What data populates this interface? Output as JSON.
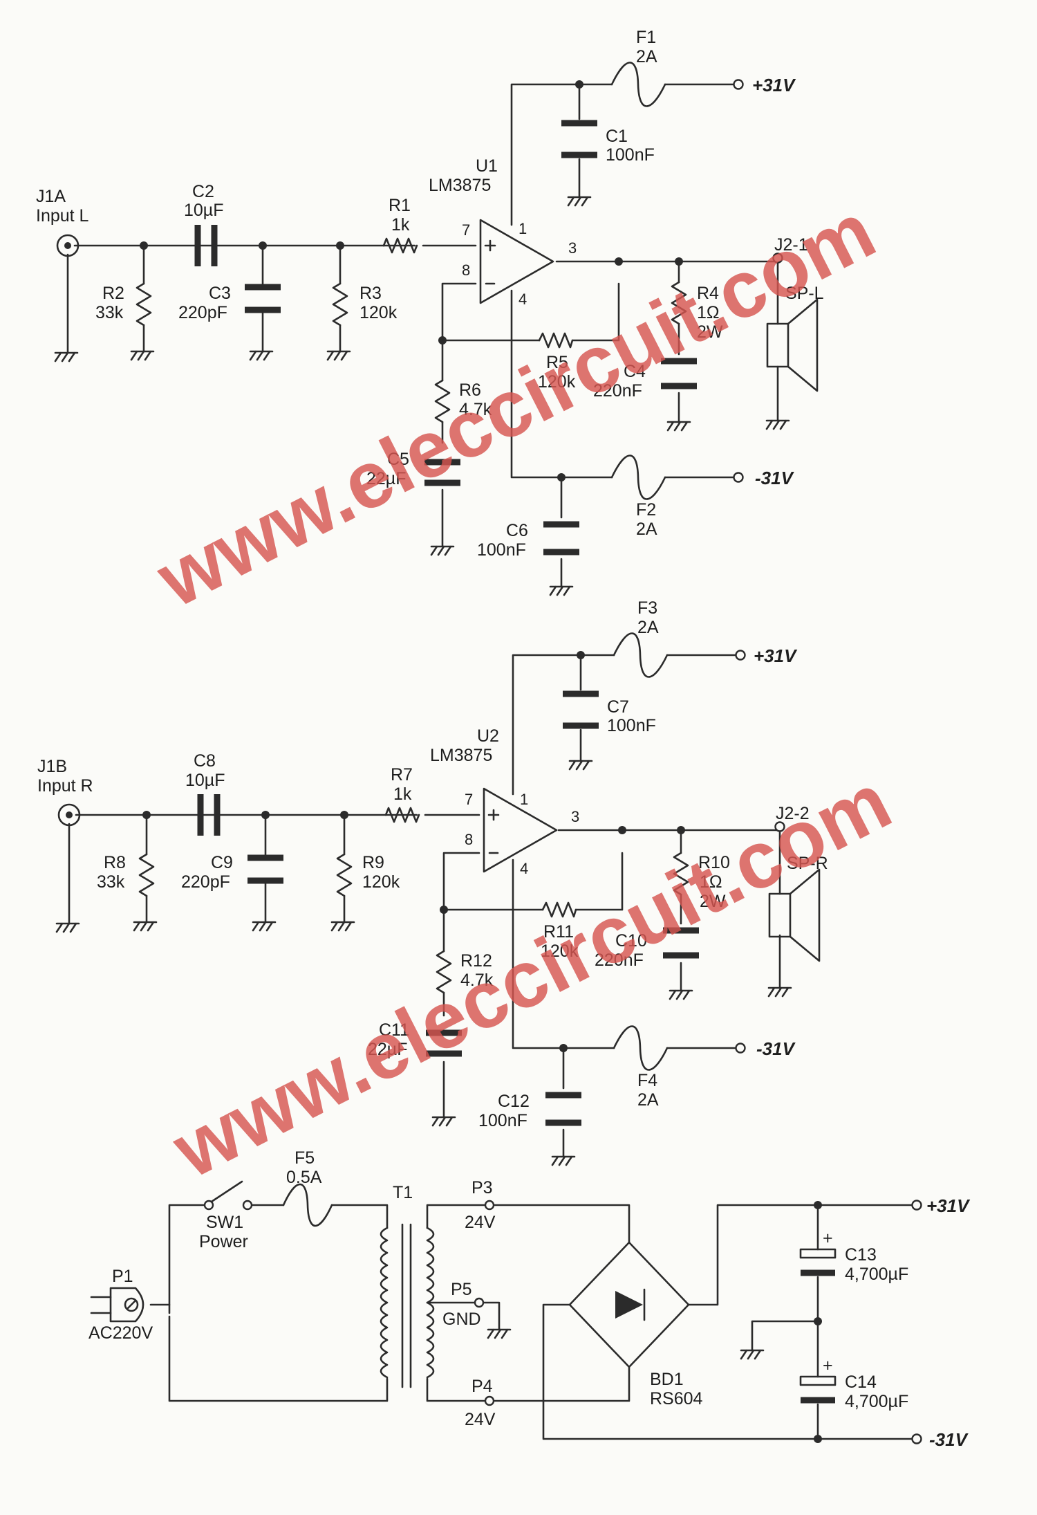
{
  "channels": [
    {
      "input": {
        "ref": "J1A",
        "name": "Input L"
      },
      "c_in": {
        "ref": "C2",
        "value": "10µF"
      },
      "r_in": {
        "ref": "R2",
        "value": "33k"
      },
      "c_rf": {
        "ref": "C3",
        "value": "220pF"
      },
      "r_bias": {
        "ref": "R3",
        "value": "120k"
      },
      "r_ser": {
        "ref": "R1",
        "value": "1k"
      },
      "ic": {
        "ref": "U1",
        "part": "LM3875"
      },
      "r_fb": {
        "ref": "R5",
        "value": "120k"
      },
      "r_gnd": {
        "ref": "R6",
        "value": "4.7k"
      },
      "c_gnd": {
        "ref": "C5",
        "value": "22µF"
      },
      "zobel_r": {
        "ref": "R4",
        "value": "1Ω",
        "power": "2W"
      },
      "zobel_c": {
        "ref": "C4",
        "value": "220nF"
      },
      "c_pos": {
        "ref": "C1",
        "value": "100nF"
      },
      "c_neg": {
        "ref": "C6",
        "value": "100nF"
      },
      "fuse_pos": {
        "ref": "F1",
        "value": "2A"
      },
      "fuse_neg": {
        "ref": "F2",
        "value": "2A"
      },
      "out": {
        "ref": "J2-1"
      },
      "speaker": {
        "ref": "SP-L"
      },
      "rail_pos": "+31V",
      "rail_neg": "-31V",
      "pins": {
        "noninv": "7",
        "inv": "8",
        "vpos": "1",
        "out": "3",
        "vneg": "4"
      }
    },
    {
      "input": {
        "ref": "J1B",
        "name": "Input R"
      },
      "c_in": {
        "ref": "C8",
        "value": "10µF"
      },
      "r_in": {
        "ref": "R8",
        "value": "33k"
      },
      "c_rf": {
        "ref": "C9",
        "value": "220pF"
      },
      "r_bias": {
        "ref": "R9",
        "value": "120k"
      },
      "r_ser": {
        "ref": "R7",
        "value": "1k"
      },
      "ic": {
        "ref": "U2",
        "part": "LM3875"
      },
      "r_fb": {
        "ref": "R11",
        "value": "120k"
      },
      "r_gnd": {
        "ref": "R12",
        "value": "4.7k"
      },
      "c_gnd": {
        "ref": "C11",
        "value": "22µF"
      },
      "zobel_r": {
        "ref": "R10",
        "value": "1Ω",
        "power": "2W"
      },
      "zobel_c": {
        "ref": "C10",
        "value": "220nF"
      },
      "c_pos": {
        "ref": "C7",
        "value": "100nF"
      },
      "c_neg": {
        "ref": "C12",
        "value": "100nF"
      },
      "fuse_pos": {
        "ref": "F3",
        "value": "2A"
      },
      "fuse_neg": {
        "ref": "F4",
        "value": "2A"
      },
      "out": {
        "ref": "J2-2"
      },
      "speaker": {
        "ref": "SP-R"
      },
      "rail_pos": "+31V",
      "rail_neg": "-31V",
      "pins": {
        "noninv": "7",
        "inv": "8",
        "vpos": "1",
        "out": "3",
        "vneg": "4"
      }
    }
  ],
  "psu": {
    "plug": {
      "ref": "P1",
      "value": "AC220V"
    },
    "switch": {
      "ref": "SW1",
      "name": "Power"
    },
    "fuse": {
      "ref": "F5",
      "value": "0.5A"
    },
    "transformer": {
      "ref": "T1"
    },
    "tap_top": {
      "ref": "P3",
      "value": "24V"
    },
    "tap_mid": {
      "ref": "P5",
      "value": "GND"
    },
    "tap_bot": {
      "ref": "P4",
      "value": "24V"
    },
    "bridge": {
      "ref": "BD1",
      "part": "RS604"
    },
    "cap_pos": {
      "ref": "C13",
      "value": "4,700µF"
    },
    "cap_neg": {
      "ref": "C14",
      "value": "4,700µF"
    },
    "rail_pos": "+31V",
    "rail_neg": "-31V",
    "polarity_mark": "+"
  },
  "watermark": "www.eleccircuit.com",
  "colors": {
    "ink": "#2b2b2b",
    "paper": "#fbfbf8",
    "watermark": "#d65550"
  }
}
